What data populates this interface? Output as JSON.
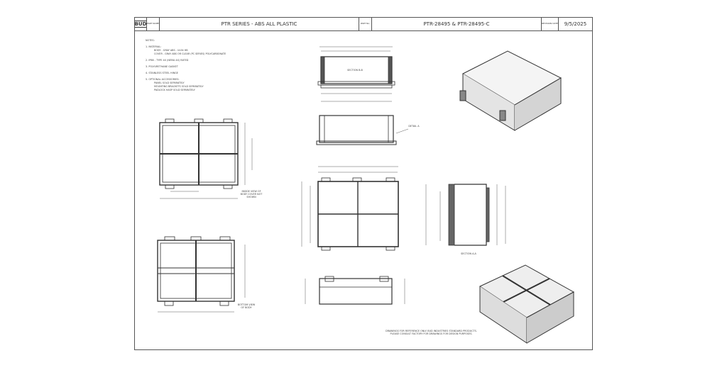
{
  "title_block": {
    "logo": "BUD",
    "part_name_label": "PART NAME",
    "part_name": "PTR SERIES - ABS ALL PLASTIC",
    "part_no_label": "PART No.",
    "part_no": "PTR-28495 & PTR-28495-C",
    "revision_date_label": "REVISION DATE",
    "revision_date": "9/5/2025"
  },
  "notes": {
    "heading": "NOTES:",
    "items": [
      {
        "num": "1.",
        "text": "MATERIAL:",
        "sub": [
          "BODY - GRAY ABS - UL94 HB",
          "COVER - GRAY ABS OR CLEAR (PC SERIES) POLYCARBONATE"
        ]
      },
      {
        "num": "2.",
        "text": "IP66 - TYPE 4X (NEMA 4X) RATED"
      },
      {
        "num": "3.",
        "text": "POLYURETHANE GASKET"
      },
      {
        "num": "4.",
        "text": "STAINLESS STEEL HINGE"
      },
      {
        "num": "5.",
        "text": "OPTIONAL ACCESSORIES:",
        "sub": [
          "PANEL SOLD SEPARATELY",
          "MOUNTING BRACKETS SOLD SEPARATELY",
          "PADLOCK HASP SOLD SEPARATELY"
        ]
      }
    ]
  },
  "view_labels": {
    "section_bb": "SECTION B-B",
    "section_aa": "SECTION A-A",
    "detail_a": "DETAIL A",
    "inside_view": "INSIDE VIEW OF BODY COVER NOT SHOWN",
    "bottom_view": "BOTTOM VIEW OF BODY"
  },
  "footer_note": "DRAWINGS FOR REFERENCE ONLY. BUD INDUSTRIES STANDARD PRODUCTS. PLEASE CONSULT FACTORY FOR DRAWINGS FOR DESIGN PURPOSES."
}
